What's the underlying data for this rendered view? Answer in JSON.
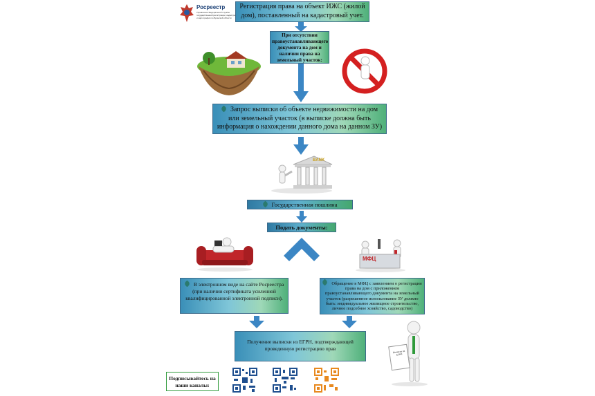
{
  "logo": {
    "name": "Росреестр",
    "subtitle": "Управление Федеральной службы государственной регистрации, кадастра и картографии по Брянской области"
  },
  "boxes": {
    "top": "Регистрация права на объект ИЖС (жилой дом), поставленный на кадастровый учет.",
    "absence": "При отсутствии правоустанавливающего документа на дом и наличии права на земельный участок:",
    "request": "Запрос выписки об объекте недвижимости на дом или земельный участок (в выписке должна быть информация о нахождении данного дома на данном ЗУ)",
    "fee": "Государственная пошлина",
    "submit": "Подать документы:",
    "electronic": "В электронном виде на сайте Росреестра (при наличии сертификата усиленной квалифицированной электронной подписи).",
    "mfc": "Обращение в МФЦ с заявлением о регистрации права на дом с приложением правоустанавливающего документа на земельный участок (разрешенное использование ЗУ должно быть: индивидуальное жилищное строительство, личное подсобное хозяйство, садоводство)",
    "result": "Получение выписки из ЕГРН, подтверждающей проведенную регистрацию прав"
  },
  "illustrations": {
    "bank_sign": "BANK",
    "mfc_sign": "МФЦ",
    "paper_text": "Выписка из ЕГРН"
  },
  "subscribe": "Подписывайтесь на наши каналы:",
  "colors": {
    "qr1": "#1f4f8f",
    "qr2": "#1f4f8f",
    "qr3": "#e8891f",
    "arrow": "#3b86c4"
  }
}
